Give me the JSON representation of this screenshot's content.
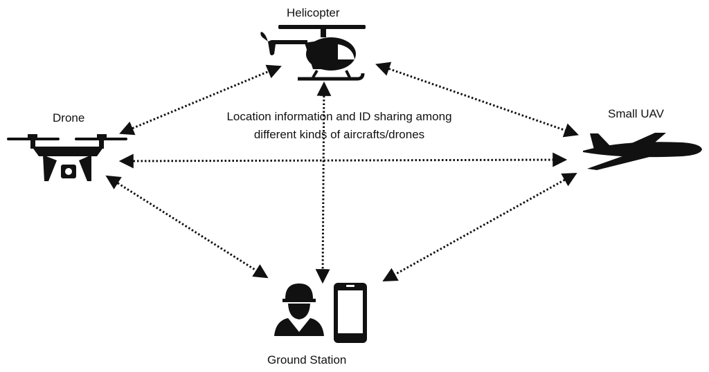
{
  "nodes": {
    "helicopter": {
      "label": "Helicopter",
      "icon": "helicopter-icon"
    },
    "drone": {
      "label": "Drone",
      "icon": "quadcopter-drone-icon"
    },
    "small_uav": {
      "label": "Small UAV",
      "icon": "airplane-icon"
    },
    "ground_station": {
      "label": "Ground Station",
      "icons": [
        "worker-hardhat-icon",
        "smartphone-icon"
      ]
    }
  },
  "caption": {
    "line1": "Location information and ID sharing among",
    "line2": "different kinds of aircrafts/drones"
  },
  "links": [
    {
      "from": "drone",
      "to": "helicopter",
      "style": "dotted",
      "arrows": "both"
    },
    {
      "from": "helicopter",
      "to": "small_uav",
      "style": "dotted",
      "arrows": "both"
    },
    {
      "from": "drone",
      "to": "small_uav",
      "style": "dotted",
      "arrows": "both"
    },
    {
      "from": "helicopter",
      "to": "ground_station",
      "style": "dotted",
      "arrows": "both"
    },
    {
      "from": "drone",
      "to": "ground_station",
      "style": "dotted",
      "arrows": "both"
    },
    {
      "from": "small_uav",
      "to": "ground_station",
      "style": "dotted",
      "arrows": "both"
    }
  ],
  "colors": {
    "ink": "#111111",
    "background": "#ffffff"
  }
}
